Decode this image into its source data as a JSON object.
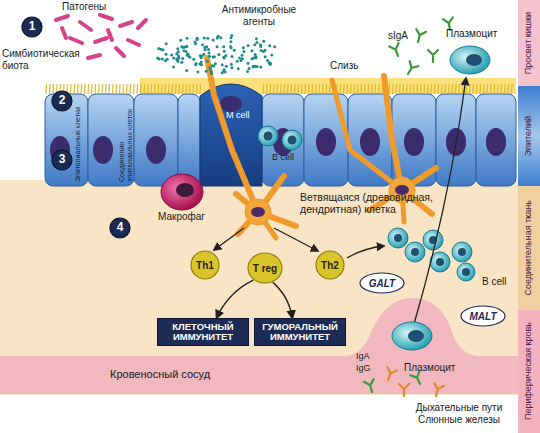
{
  "diagram": {
    "nodes": [
      {
        "text": [
          "1"
        ]
      },
      {
        "text": [
          "2"
        ]
      },
      {
        "text": [
          "3"
        ]
      },
      {
        "text": [
          "4"
        ]
      },
      {
        "text": [
          "Th1"
        ]
      },
      {
        "text": [
          "T reg"
        ]
      },
      {
        "text": [
          "Th2"
        ]
      },
      {
        "text": [
          "GALT"
        ]
      },
      {
        "text": [
          "MALT"
        ]
      },
      {
        "text": [
          "КЛЕТОЧНЫЙ ИММУНИТЕТ"
        ]
      },
      {
        "text": [
          "ГУМОРАЛЬНЫЙ ИММУНИТЕТ"
        ]
      },
      {
        "text": [
          "Просвет кишки"
        ]
      },
      {
        "text": [
          "Эпителий"
        ]
      },
      {
        "text": [
          "Соединительная ткань"
        ]
      },
      {
        "text": [
          "Периферическая кровь"
        ]
      }
    ],
    "edges": [
      {
        "from": 5,
        "to": 9,
        "arrow": "to"
      },
      {
        "from": 5,
        "to": 10,
        "arrow": "to"
      }
    ],
    "labels": [
      "Патогены",
      "Антимикробные агенты",
      "Симбиотическая биота",
      "Слизь",
      "sIgA",
      "Плазмоцит",
      "M cell",
      "Эпителиальные клетки",
      "Соединения эпителиальных клеток",
      "B cell",
      "Макрофаг",
      "Ветвящаяся (древовидная, дендритная) клетка",
      "B cell",
      "Кровеносный сосуд",
      "IgA",
      "IgG",
      "Плазмоцит",
      "Дыхательные пути Слюнные железы"
    ]
  }
}
